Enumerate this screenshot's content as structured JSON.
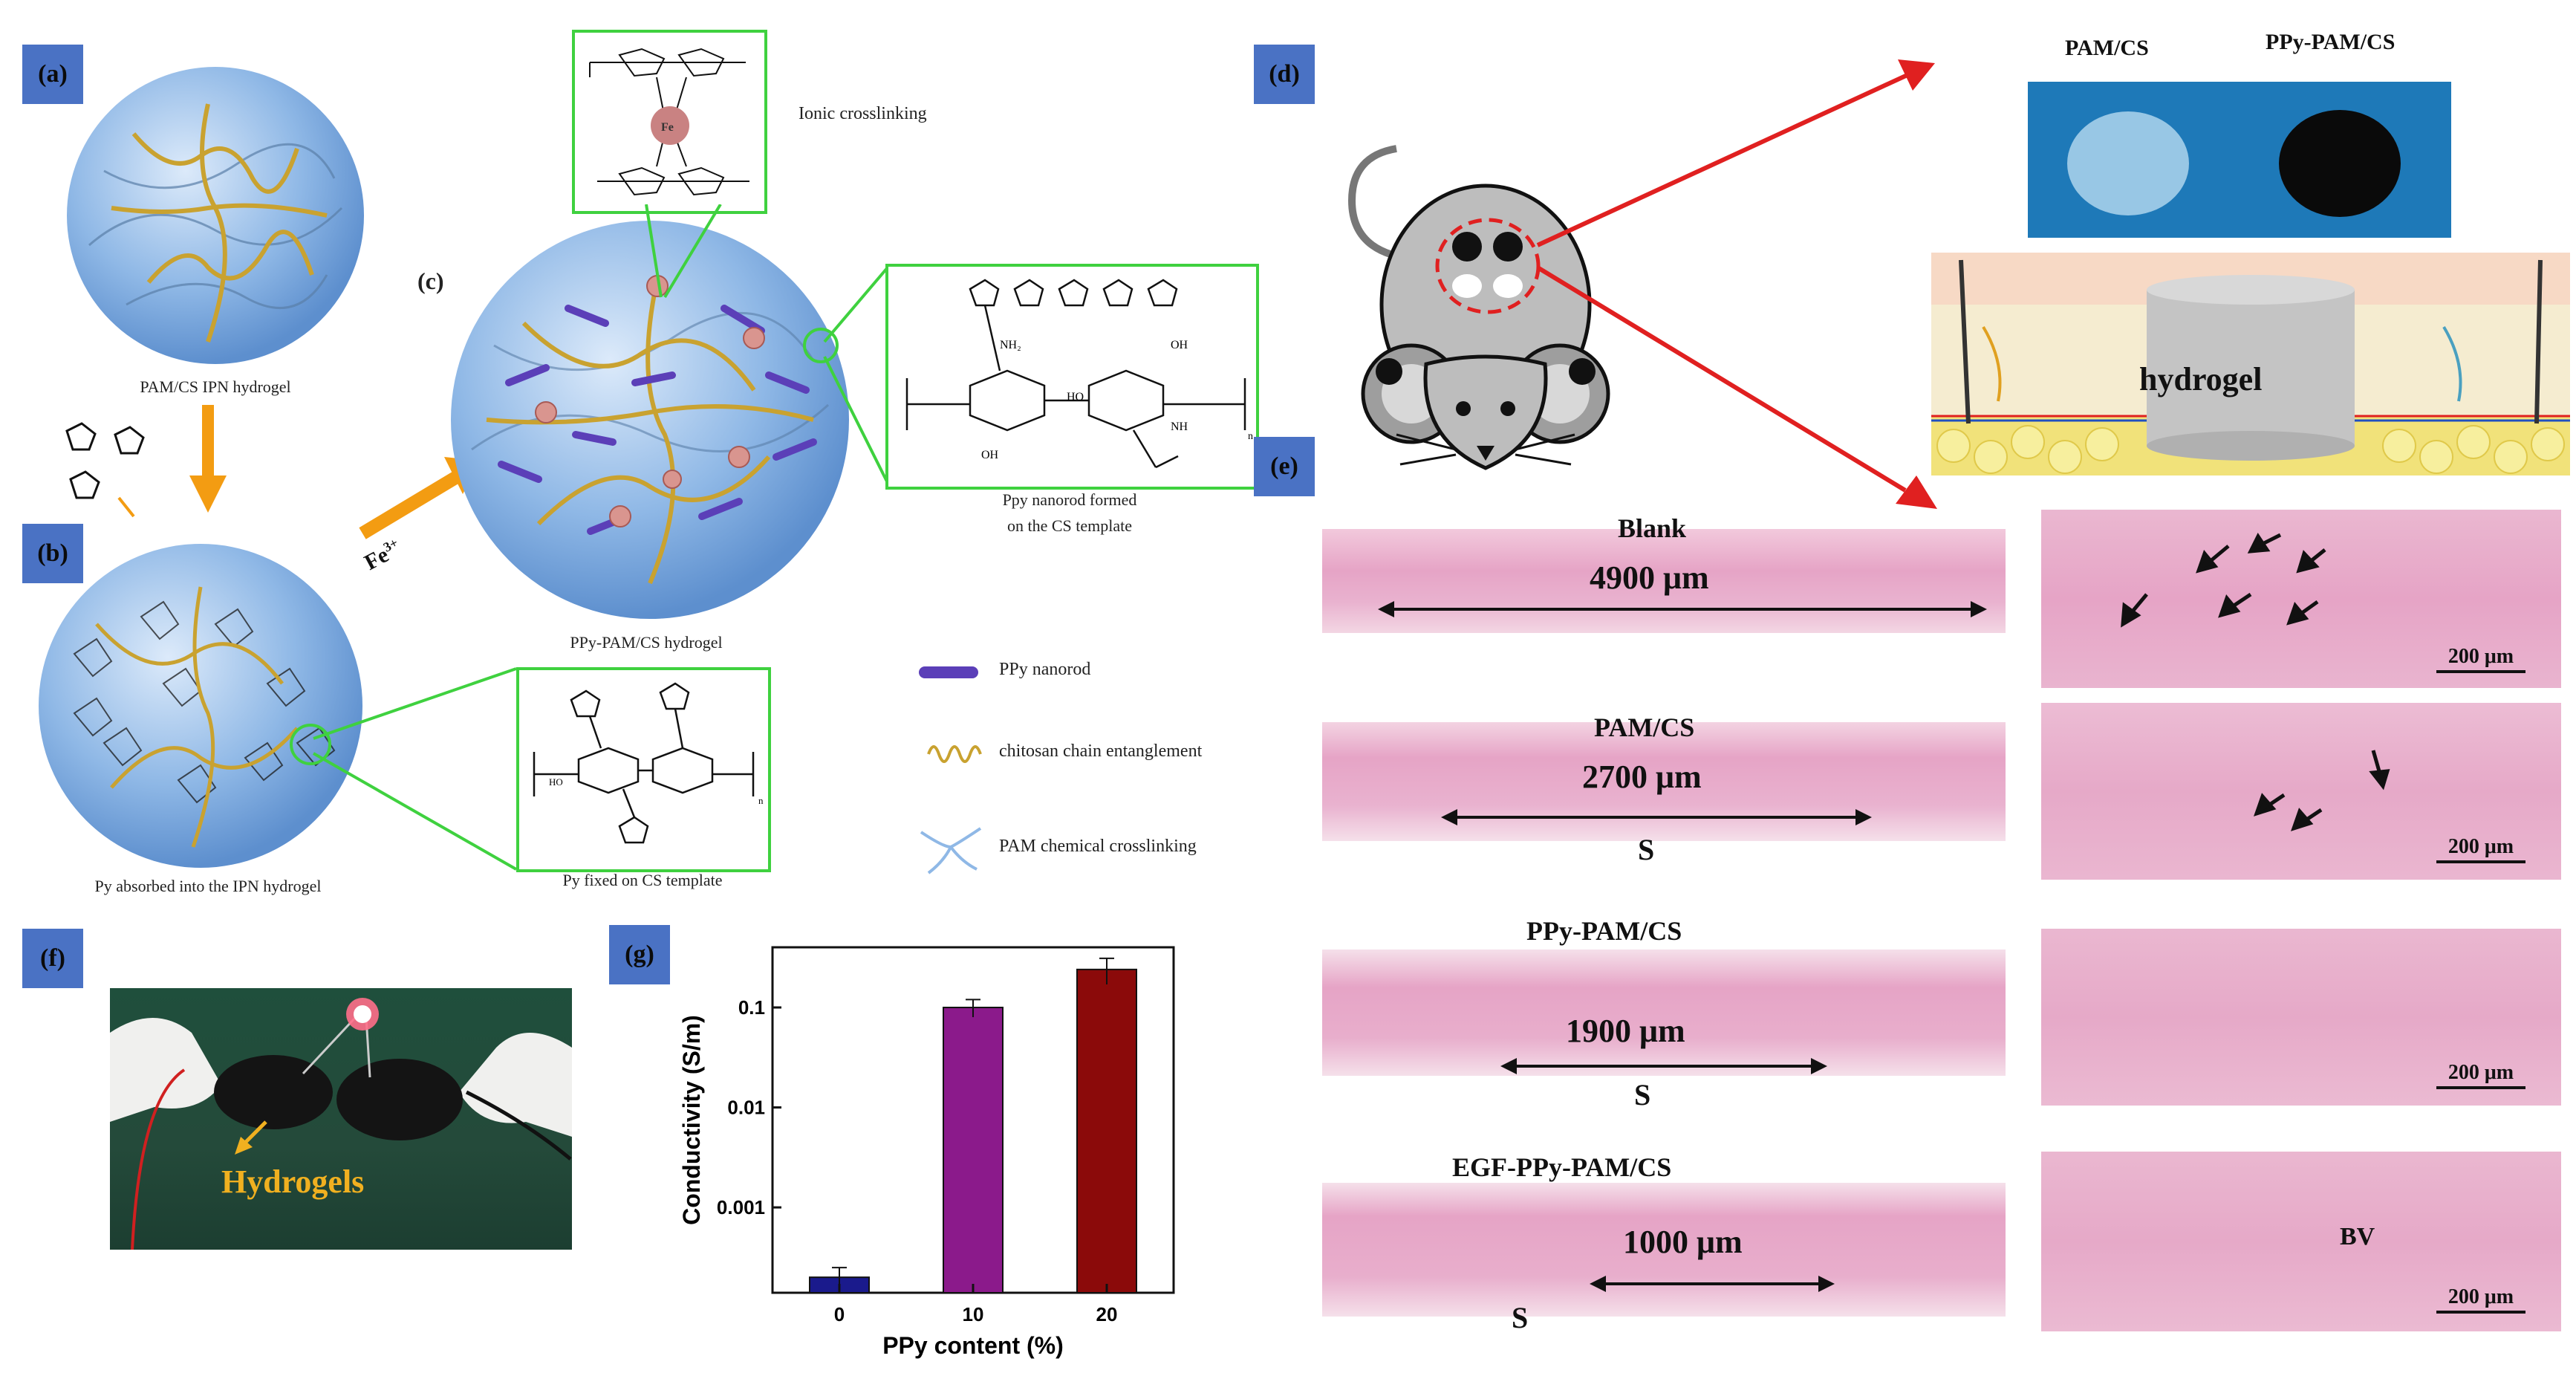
{
  "panels": {
    "a": {
      "label": "(a)",
      "caption": "PAM/CS IPN hydrogel"
    },
    "b": {
      "label": "(b)",
      "caption": "Py absorbed into the IPN hydrogel"
    },
    "c": {
      "label": "(c)",
      "caption": "PPy-PAM/CS hydrogel",
      "arrow_text": "Fe",
      "arrow_sup": "3+"
    },
    "d": {
      "label": "(d)",
      "hydrogel_labels": [
        "PAM/CS",
        "PPy-PAM/CS"
      ],
      "skin_center": "hydrogel"
    },
    "e": {
      "label": "(e)"
    },
    "f": {
      "label": "(f)",
      "text": "Hydrogels"
    },
    "g": {
      "label": "(g)"
    }
  },
  "insets": {
    "ionic": "Ionic crosslinking",
    "ion_symbol": "Fe",
    "ppy_line1": "Ppy nanorod formed",
    "ppy_line2": "on the CS template",
    "py_fixed": "Py fixed on CS template",
    "nh2": "NH₂",
    "oh": "OH",
    "ho": "HO",
    "nh": "NH",
    "n": "n"
  },
  "legend": [
    {
      "text": "PPy nanorod",
      "icon": "purple-rod-icon"
    },
    {
      "text": "chitosan chain entanglement",
      "icon": "yellow-coil-icon"
    },
    {
      "text": "PAM chemical crosslinking",
      "icon": "blue-branch-icon"
    }
  ],
  "histology": [
    {
      "name": "Blank",
      "length": "4900 μm",
      "s": "",
      "scale": "200 μm"
    },
    {
      "name": "PAM/CS",
      "length": "2700 μm",
      "s": "S",
      "scale": "200 μm"
    },
    {
      "name": "PPy-PAM/CS",
      "length": "1900 μm",
      "s": "S",
      "scale": "200 μm"
    },
    {
      "name": "EGF-PPy-PAM/CS",
      "length": "1000 μm",
      "s": "S",
      "scale": "200 μm",
      "bv": "BV"
    }
  ],
  "colors": {
    "label_bg": "#4a72c4",
    "green": "#3fd13f",
    "red_arrow": "#e02020",
    "orange_arrow": "#f39c12",
    "tissue_pink": "#e6a4c6"
  },
  "chart_data": {
    "type": "bar",
    "categories": [
      "0",
      "10",
      "20"
    ],
    "values": [
      0.0002,
      0.1,
      0.24
    ],
    "errors": [
      5e-05,
      0.02,
      0.07
    ],
    "bar_colors": [
      "#1a1a8c",
      "#8b1a8b",
      "#8b0a0a"
    ],
    "xlabel": "PPy content (%)",
    "ylabel": "Conductivity (S/m)",
    "yscale": "log",
    "ylim": [
      0.00014,
      0.4
    ],
    "yticks": [
      0.001,
      0.01,
      0.1
    ],
    "ytick_labels": [
      "0.001",
      "0.01",
      "0.1"
    ]
  }
}
